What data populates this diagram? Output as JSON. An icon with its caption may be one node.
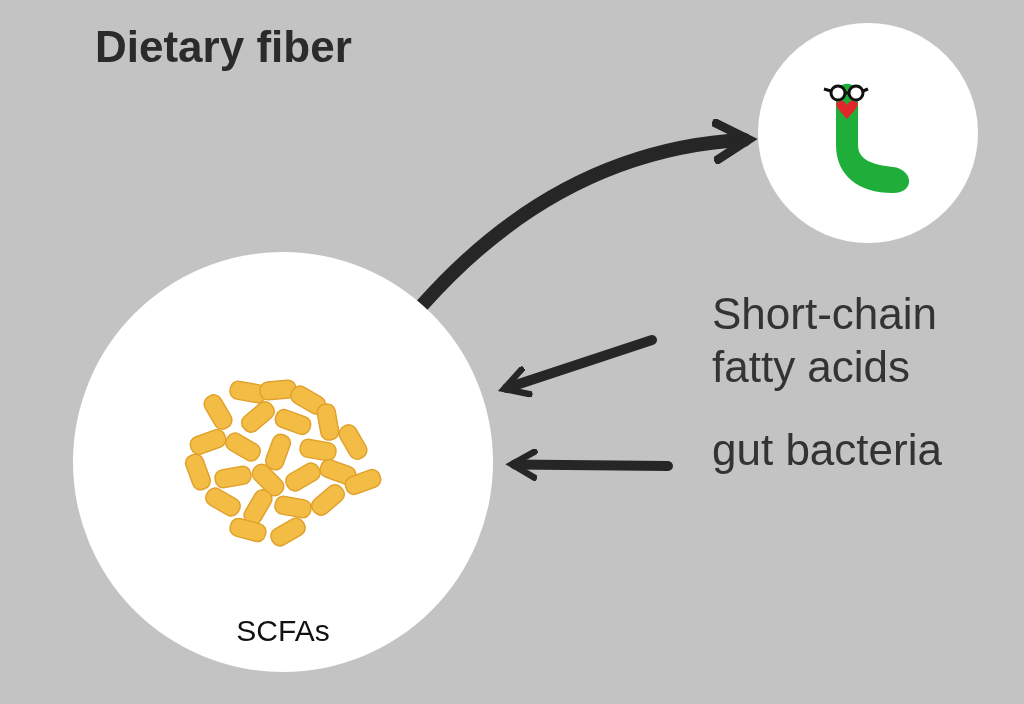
{
  "diagram": {
    "title": "Dietary fiber",
    "nodes": [
      {
        "text": [
          "SCFAs"
        ]
      },
      {
        "text": [],
        "shape": "circle"
      },
      {
        "text": [
          "Short-chain fatty acids"
        ]
      },
      {
        "text": [
          "gut bacteria"
        ]
      }
    ],
    "edges": [
      {
        "from": 0,
        "to": 1,
        "arrow": "to"
      },
      {
        "from": 2,
        "to": 0,
        "arrow": "to"
      },
      {
        "from": 3,
        "to": 0,
        "arrow": "to"
      }
    ]
  }
}
